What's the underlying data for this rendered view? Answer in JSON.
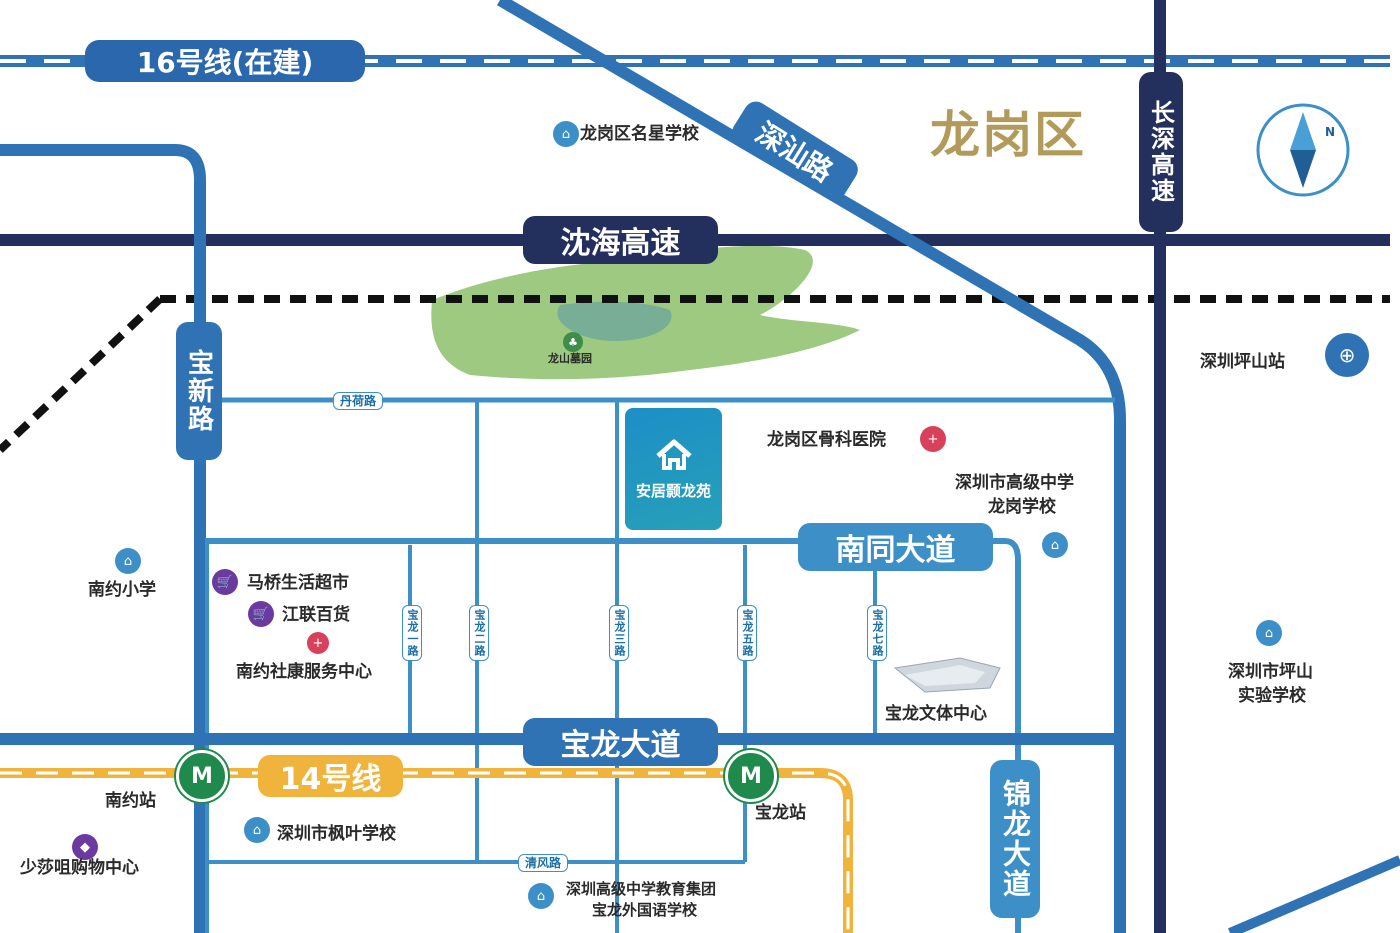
{
  "district": "龙岗区",
  "compass": {
    "north_label": "N",
    "icon": "compass-icon"
  },
  "roads": {
    "line_16": "16号线(在建)",
    "lianxi_road": "深汕路",
    "shenhai_expressway": "沈海高速",
    "changshen_expressway": "长深高速",
    "baoxin_road": "宝新路",
    "nantong_avenue": "南同大道",
    "baolong_avenue": "宝龙大道",
    "jinlong_avenue": "锦龙大道",
    "line_14": "14号线",
    "danhe_road": "丹荷路",
    "qingfeng_road": "清风路",
    "baolong_1": "宝龙一路",
    "baolong_2": "宝龙二路",
    "baolong_3": "宝龙三路",
    "baolong_5": "宝龙五路",
    "baolong_7": "宝龙七路"
  },
  "project": {
    "name": "安居颢龙苑",
    "icon": "home-icon"
  },
  "park": {
    "name": "龙山墓园",
    "icon": "tree-icon"
  },
  "pois": {
    "mingxing_school": "龙岗区名星学校",
    "orthopedic_hospital": "龙岗区骨科医院",
    "gaoji_school_l1": "深圳市高级中学",
    "gaoji_school_l2": "龙岗学校",
    "pingshan_station": "深圳坪山站",
    "nanyue_primary": "南约小学",
    "maqiao_supermarket": "马桥生活超市",
    "jianglian_store": "江联百货",
    "nanyue_health": "南约社康服务中心",
    "baolong_culture": "宝龙文体中心",
    "pingshan_school_l1": "深圳市坪山",
    "pingshan_school_l2": "实验学校",
    "nanyue_station": "南约站",
    "baolong_station": "宝龙站",
    "fengye_school": "深圳市枫叶学校",
    "shaosha_mall": "少莎咀购物中心",
    "gaozhong_group_l1": "深圳高级中学教育集团",
    "gaozhong_group_l2": "宝龙外国语学校"
  },
  "colors": {
    "dark_navy": "#23305e",
    "road_blue": "#2f73b5",
    "light_blue": "#3d8fc7",
    "line14_gold": "#f0b33c",
    "park_green": "#8dbf6a",
    "metro_green": "#1f8a4c",
    "district_gold": "#b29b5a"
  }
}
